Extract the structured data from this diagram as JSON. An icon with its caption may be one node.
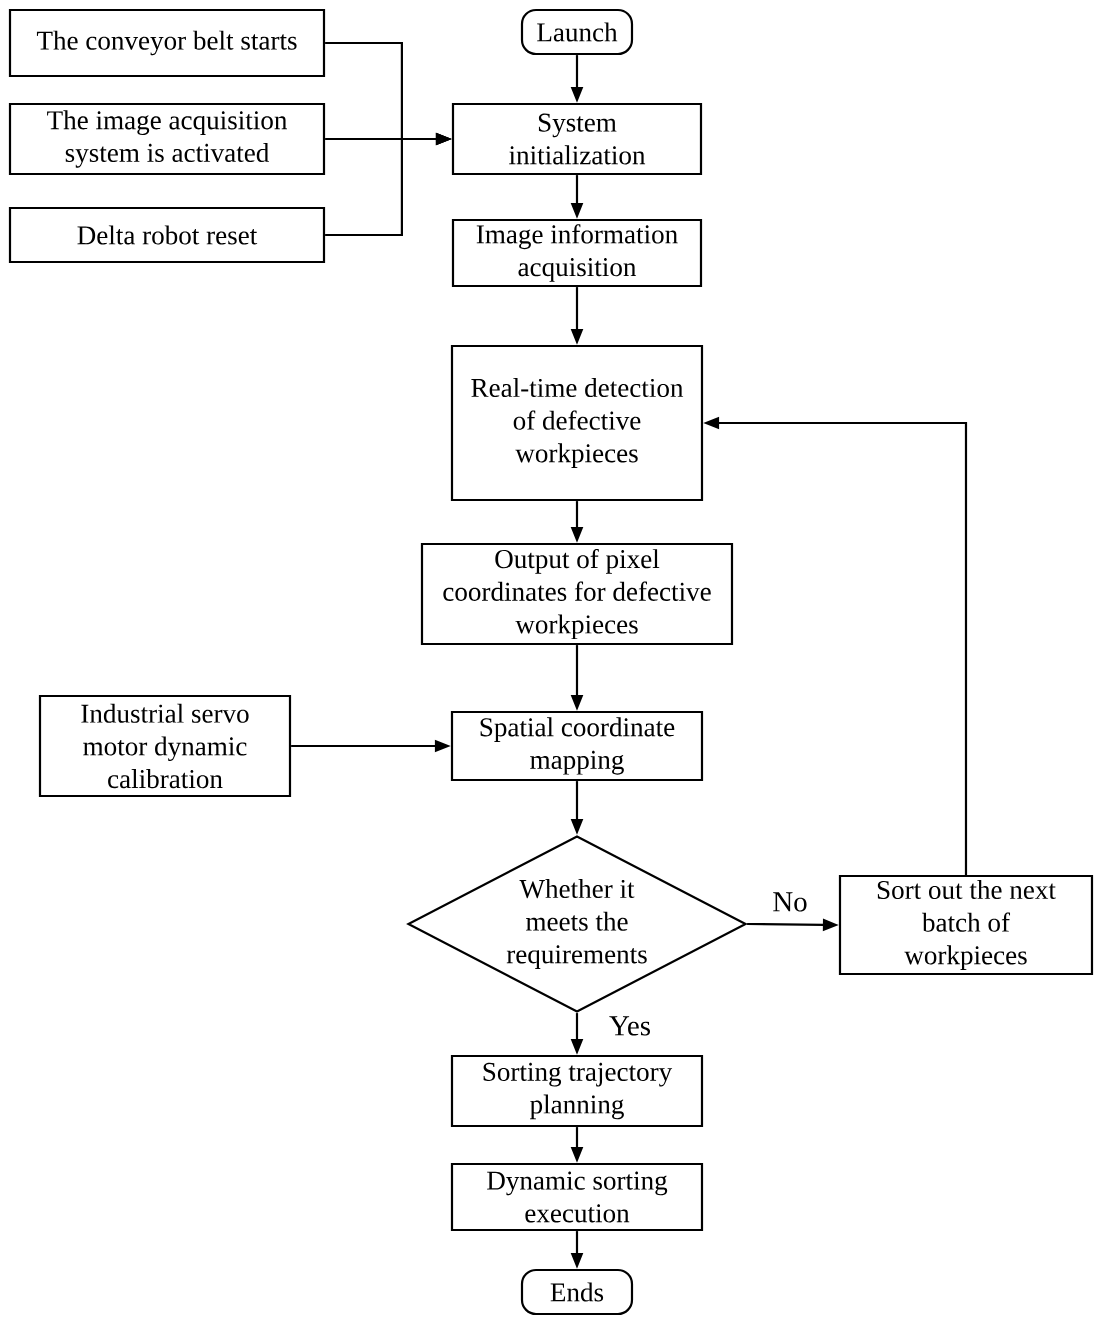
{
  "diagram": {
    "nodes": [
      {
        "text": [
          "Launch"
        ]
      },
      {
        "text": [
          "The conveyor belt starts"
        ]
      },
      {
        "text": [
          "The image acquisition system is activated"
        ]
      },
      {
        "text": [
          "Delta robot reset"
        ]
      },
      {
        "text": [
          "System initialization"
        ]
      },
      {
        "text": [
          "Image information acquisition"
        ]
      },
      {
        "text": [
          "Real-time detection of defective workpieces"
        ]
      },
      {
        "text": [
          "Output of pixel coordinates for defective workpieces"
        ]
      },
      {
        "text": [
          "Industrial servo motor dynamic calibration"
        ]
      },
      {
        "text": [
          "Spatial coordinate mapping"
        ]
      },
      {
        "text": [
          "Whether it meets the requirements"
        ]
      },
      {
        "text": [
          "Sort out the next batch of workpieces"
        ]
      },
      {
        "text": [
          "Sorting trajectory planning"
        ]
      },
      {
        "text": [
          "Dynamic sorting execution"
        ]
      },
      {
        "text": [
          "Ends"
        ]
      }
    ],
    "edges": [
      {
        "from": 0,
        "to": 4,
        "arrow": "to"
      },
      {
        "from": 1,
        "to": 4,
        "arrow": "to"
      },
      {
        "from": 2,
        "to": 4,
        "arrow": "to"
      },
      {
        "from": 3,
        "to": 4,
        "arrow": "to"
      },
      {
        "from": 4,
        "to": 5,
        "arrow": "to"
      },
      {
        "from": 5,
        "to": 6,
        "arrow": "to"
      },
      {
        "from": 6,
        "to": 7,
        "arrow": "to"
      },
      {
        "from": 7,
        "to": 9,
        "arrow": "to"
      },
      {
        "from": 8,
        "to": 9,
        "arrow": "to"
      },
      {
        "from": 9,
        "to": 10,
        "arrow": "to"
      },
      {
        "from": 10,
        "to": 11,
        "arrow": "to",
        "label": "No"
      },
      {
        "from": 10,
        "to": 12,
        "arrow": "to",
        "label": "Yes"
      },
      {
        "from": 11,
        "to": 6,
        "arrow": "to"
      },
      {
        "from": 12,
        "to": 13,
        "arrow": "to"
      },
      {
        "from": 13,
        "to": 14,
        "arrow": "to"
      }
    ]
  }
}
